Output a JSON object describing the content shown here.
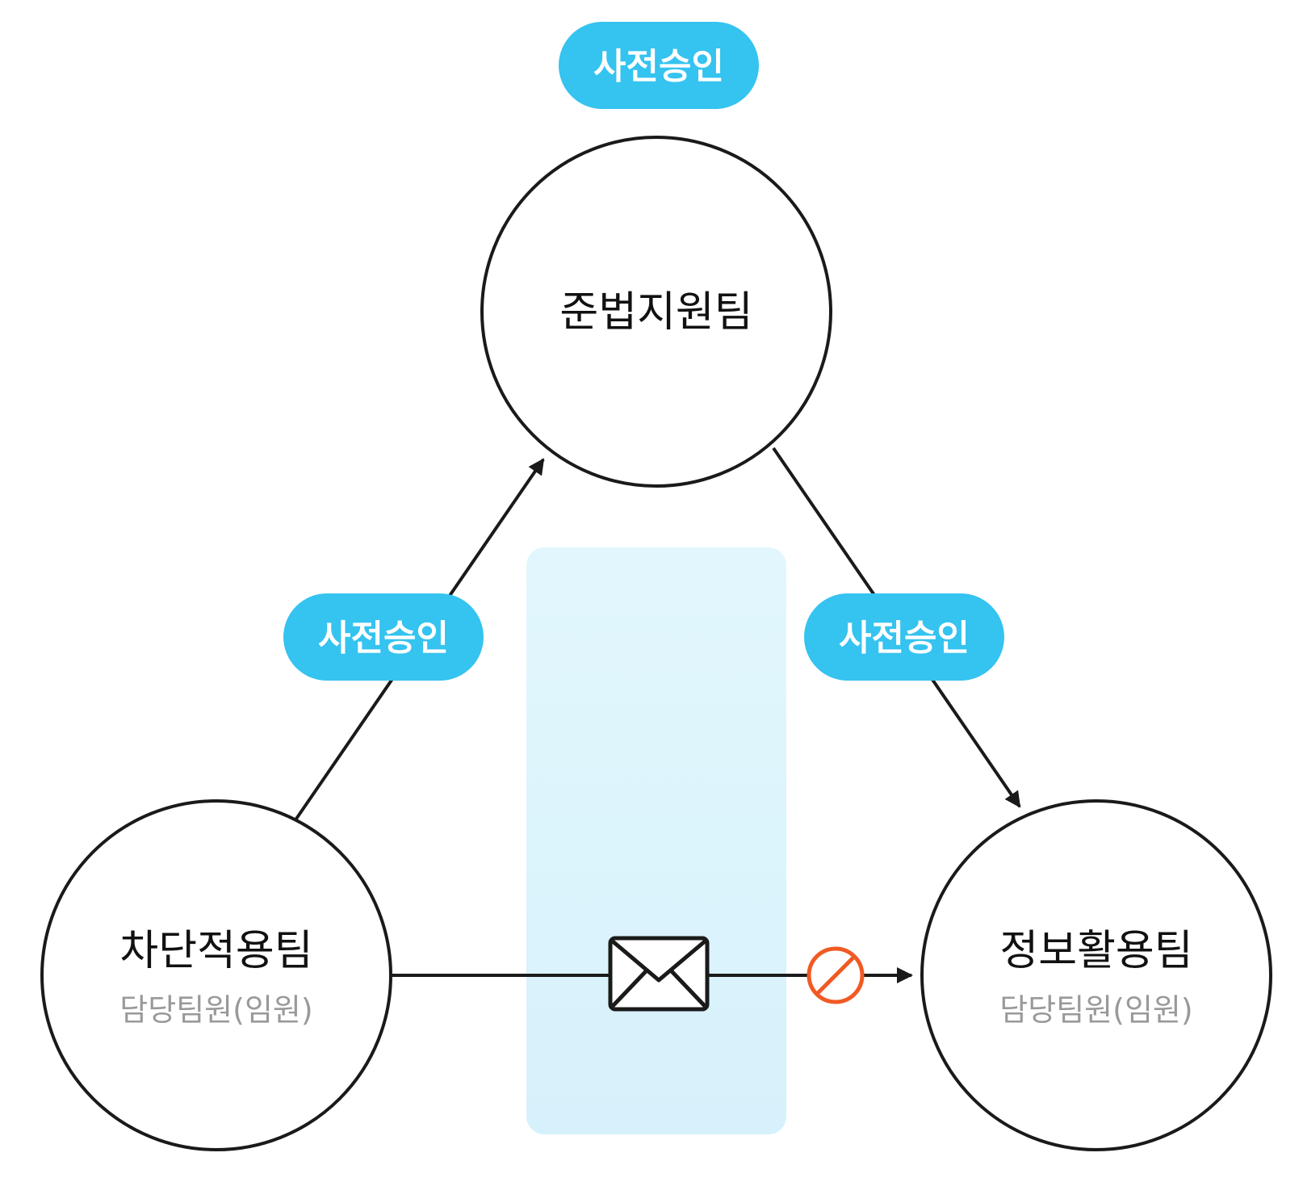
{
  "colors": {
    "pill": "#35C3F0",
    "pill_text": "#FFFFFF",
    "stroke": "#1A1A1A",
    "sub_text": "#999999",
    "blocked": "#F15A24",
    "channel_top": "#E2F7FD",
    "channel_bottom": "#D6F1FB"
  },
  "nodes": {
    "compliance": {
      "title": "준법지원팀"
    },
    "blocking": {
      "title": "차단적용팀",
      "subtitle": "담당팀원(임원)"
    },
    "info": {
      "title": "정보활용팀",
      "subtitle": "담당팀원(임원)"
    }
  },
  "labels": {
    "top_approval": "사전승인",
    "left_approval": "사전승인",
    "right_approval": "사전승인"
  },
  "icons": {
    "message": "envelope-icon",
    "blocked": "prohibited-icon"
  }
}
